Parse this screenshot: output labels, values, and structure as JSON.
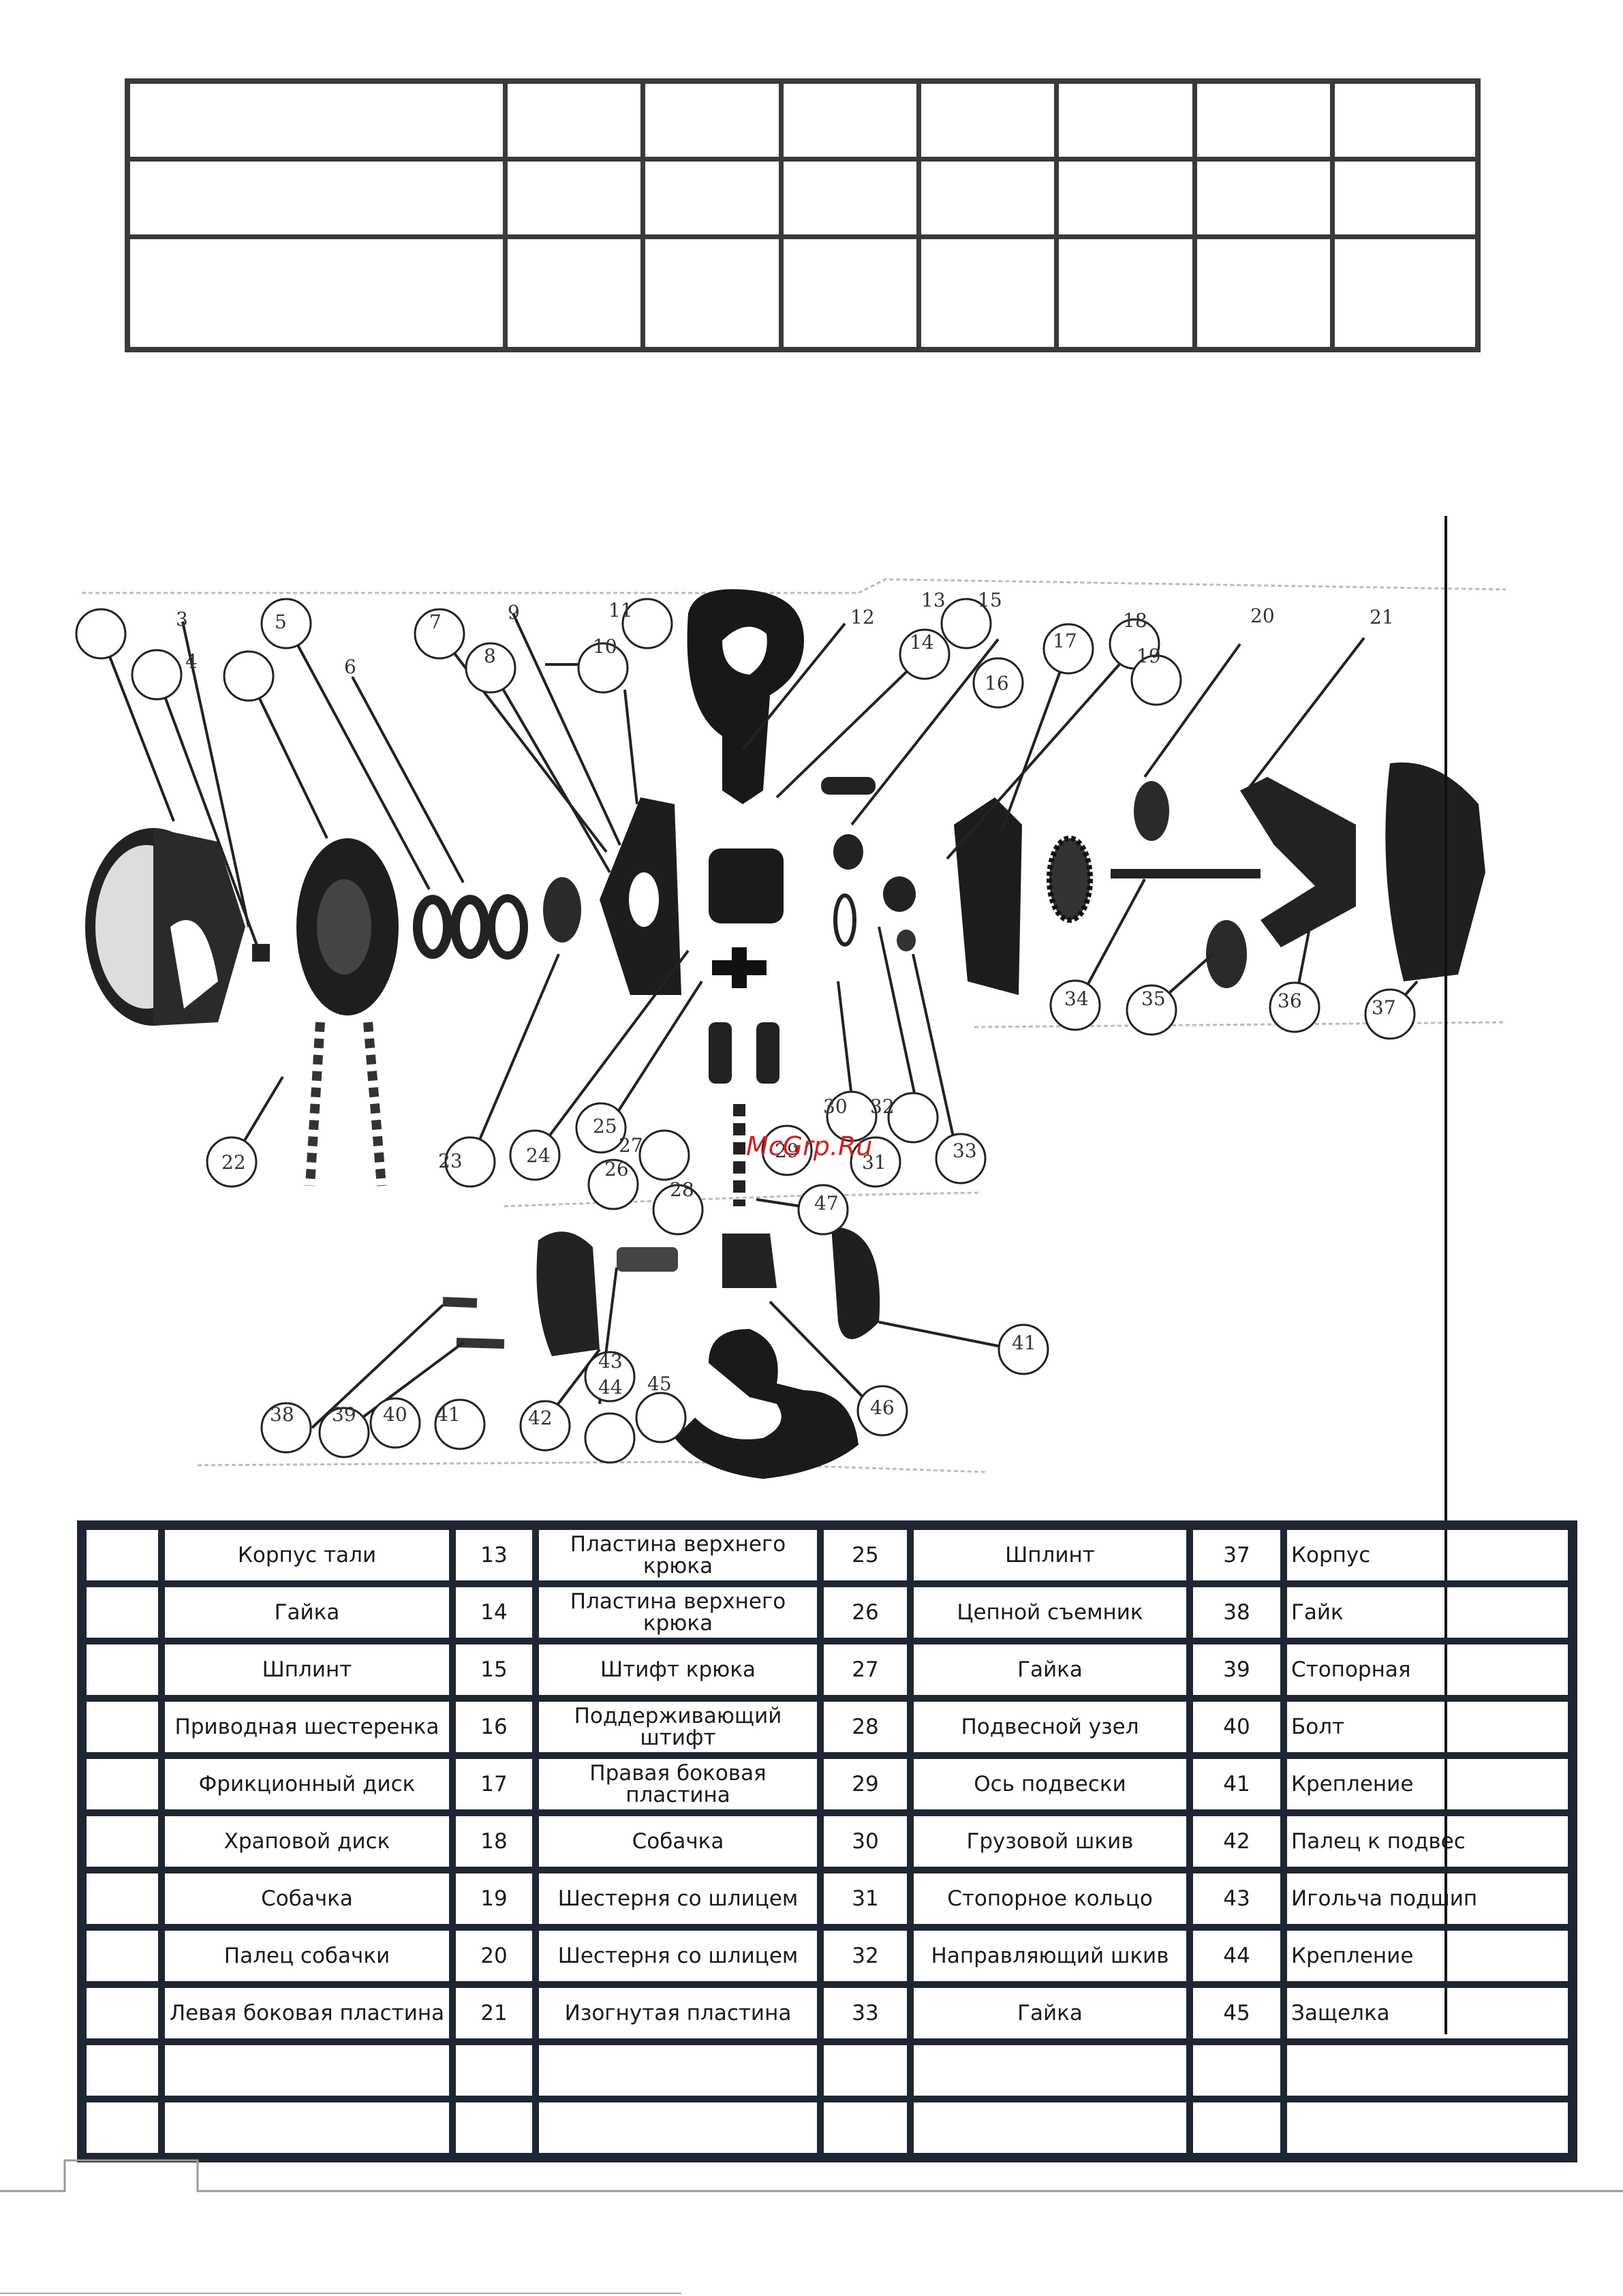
{
  "top_table": {
    "rows": 3,
    "cols": 8
  },
  "diagram": {
    "callouts": [
      "3",
      "4",
      "5",
      "6",
      "7",
      "8",
      "9",
      "10",
      "11",
      "12",
      "13",
      "14",
      "15",
      "16",
      "17",
      "18",
      "19",
      "20",
      "21",
      "22",
      "23",
      "24",
      "25",
      "26",
      "27",
      "28",
      "29",
      "30",
      "31",
      "32",
      "33",
      "34",
      "35",
      "36",
      "37",
      "38",
      "39",
      "40",
      "41",
      "41",
      "42",
      "43",
      "44",
      "45",
      "46",
      "47"
    ],
    "watermark": "McGrp.Ru"
  },
  "parts_table": {
    "rows": [
      [
        "",
        "Корпус тали",
        "13",
        "Пластина верхнего крюка",
        "25",
        "Шплинт",
        "37",
        "Корпус"
      ],
      [
        "",
        "Гайка",
        "14",
        "Пластина верхнего крюка",
        "26",
        "Цепной съемник",
        "38",
        "Гайк"
      ],
      [
        "",
        "Шплинт",
        "15",
        "Штифт крюка",
        "27",
        "Гайка",
        "39",
        "Стопорная"
      ],
      [
        "",
        "Приводная шестеренка",
        "16",
        "Поддерживающий штифт",
        "28",
        "Подвесной узел",
        "40",
        "Болт"
      ],
      [
        "",
        "Фрикционный диск",
        "17",
        "Правая боковая пластина",
        "29",
        "Ось подвески",
        "41",
        "Крепление"
      ],
      [
        "",
        "Храповой диск",
        "18",
        "Собачка",
        "30",
        "Грузовой шкив",
        "42",
        "Палец к подвес"
      ],
      [
        "",
        "Собачка",
        "19",
        "Шестерня со шлицем",
        "31",
        "Стопорное кольцо",
        "43",
        "Игольча подшип"
      ],
      [
        "",
        "Палец собачки",
        "20",
        "Шестерня со шлицем",
        "32",
        "Направляющий шкив",
        "44",
        "Крепление"
      ],
      [
        "",
        "Левая боковая пластина",
        "21",
        "Изогнутая пластина",
        "33",
        "Гайка",
        "45",
        "Защелка"
      ],
      [
        "",
        "",
        "",
        "",
        "",
        "",
        "",
        ""
      ],
      [
        "",
        "",
        "",
        "",
        "",
        "",
        "",
        ""
      ]
    ]
  }
}
